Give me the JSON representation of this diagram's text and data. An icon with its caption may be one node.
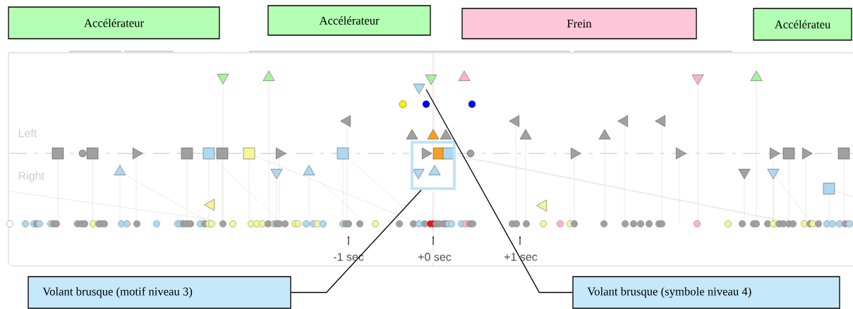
{
  "diagram": {
    "nodes": [
      {
        "text": [
          "Accélérateur"
        ]
      },
      {
        "text": [
          "Accélérateur"
        ]
      },
      {
        "text": [
          "Frein"
        ]
      },
      {
        "text": [
          "Accélérateu"
        ]
      },
      {
        "text": [
          "Volant brusque (motif niveau 3)"
        ]
      },
      {
        "text": [
          "Volant brusque (symbole niveau 4)"
        ]
      },
      {
        "text": [],
        "shape": "box"
      },
      {
        "text": [],
        "shape": "triangle"
      }
    ],
    "edges": [
      {
        "from": 4,
        "to": 6,
        "arrow": "none"
      },
      {
        "from": 5,
        "to": 7,
        "arrow": "none"
      }
    ],
    "labels": [
      "Left",
      "Right",
      "-1 sec",
      "+0 sec",
      "+1 sec"
    ]
  }
}
